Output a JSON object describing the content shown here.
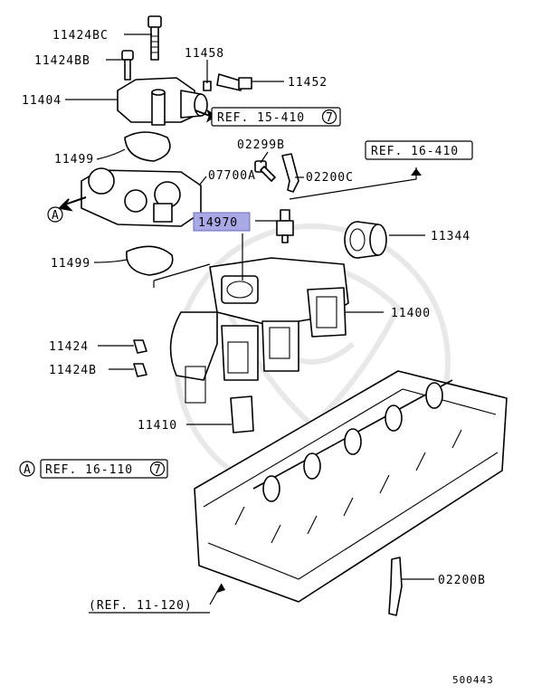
{
  "labels": {
    "p11424BC": "11424BC",
    "p11424BB": "11424BB",
    "p11404": "11404",
    "p11458": "11458",
    "p11452": "11452",
    "p02299B": "02299B",
    "p02200C": "02200C",
    "p11499_top": "11499",
    "p07700A": "07700A",
    "p14970": "14970",
    "p11344": "11344",
    "p11499_bottom": "11499",
    "p11400": "11400",
    "p11424": "11424",
    "p11424B": "11424B",
    "p11410": "11410",
    "p02200B": "02200B",
    "doc_number": "500443"
  },
  "refs": {
    "ref_15_410": "REF. 15-410",
    "ref_15_410_circle": "7",
    "ref_16_410": "REF. 16-410",
    "ref_16_110": "REF. 16-110",
    "ref_16_110_circle": "7",
    "ref_11_120": "(REF. 11-120)",
    "marker_a": "A"
  },
  "colors": {
    "highlight": "#a9a9e6",
    "ink": "#000000"
  }
}
